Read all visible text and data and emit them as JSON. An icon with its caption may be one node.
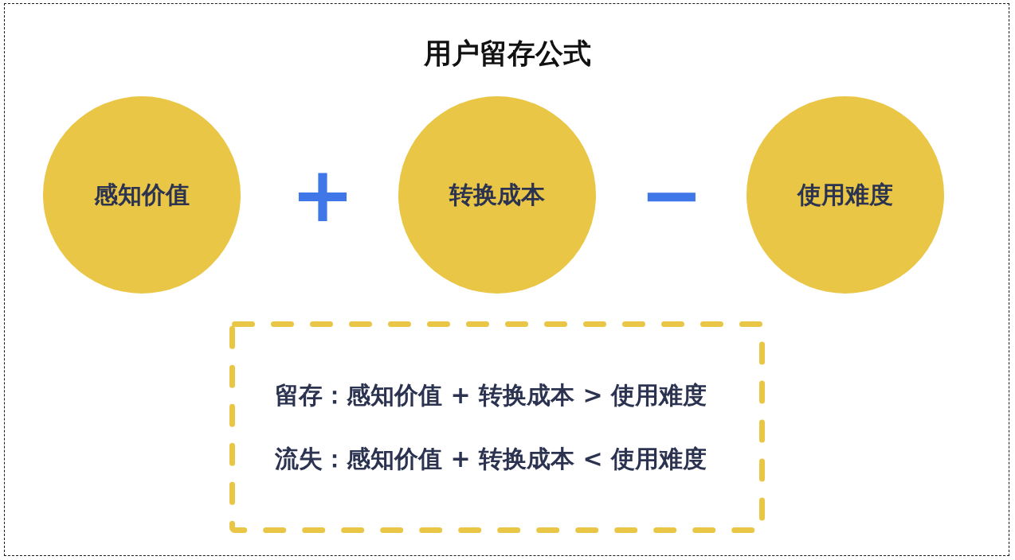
{
  "diagram": {
    "title": "用户留存公式",
    "nodes": [
      {
        "text": [
          "感知价值"
        ]
      },
      {
        "text": [
          "转换成本"
        ]
      },
      {
        "text": [
          "使用难度"
        ]
      },
      {
        "text": [
          "留存：感知价值 + 转换成本 > 使用难度",
          "流失：感知价值 + 转换成本 < 使用难度"
        ]
      }
    ],
    "labels": [
      "+",
      "−"
    ]
  }
}
